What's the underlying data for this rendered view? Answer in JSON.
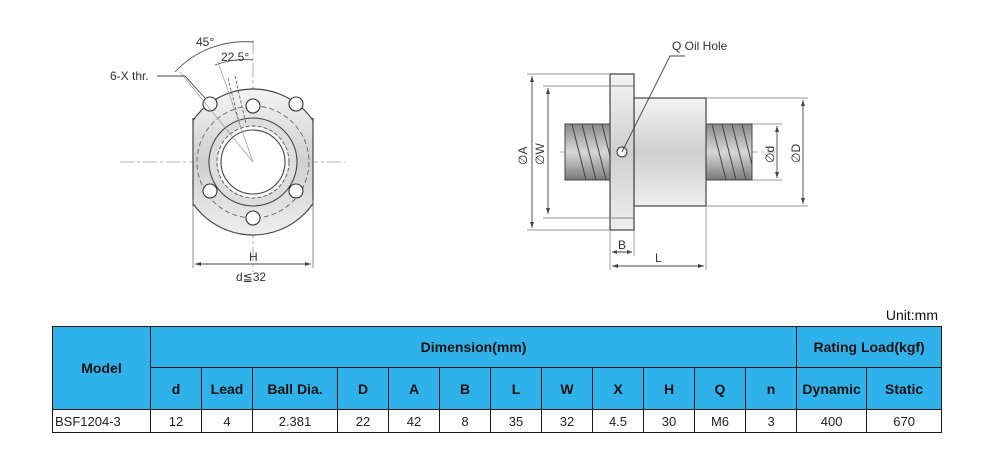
{
  "drawing": {
    "front_view": {
      "angle_45": "45°",
      "angle_22_5": "22.5°",
      "thread_holes": "6-X thr.",
      "width_label": "H",
      "diameter_label": "d≦32"
    },
    "side_view": {
      "oil_hole": "Q Oil Hole",
      "phi_A": "∅A",
      "phi_W": "∅W",
      "phi_d": "∅d",
      "phi_D": "∅D",
      "flange_label": "B",
      "length_label": "L"
    }
  },
  "unit": "Unit:mm",
  "table": {
    "model_header": "Model",
    "dimension_header": "Dimension(mm)",
    "rating_header": "Rating Load(kgf)",
    "columns": [
      "d",
      "Lead",
      "Ball Dia.",
      "D",
      "A",
      "B",
      "L",
      "W",
      "X",
      "H",
      "Q",
      "n",
      "Dynamic",
      "Static"
    ],
    "rows": [
      {
        "model": "BSF1204-3",
        "values": [
          "12",
          "4",
          "2.381",
          "22",
          "42",
          "8",
          "35",
          "32",
          "4.5",
          "30",
          "M6",
          "3",
          "400",
          "670"
        ]
      }
    ]
  }
}
